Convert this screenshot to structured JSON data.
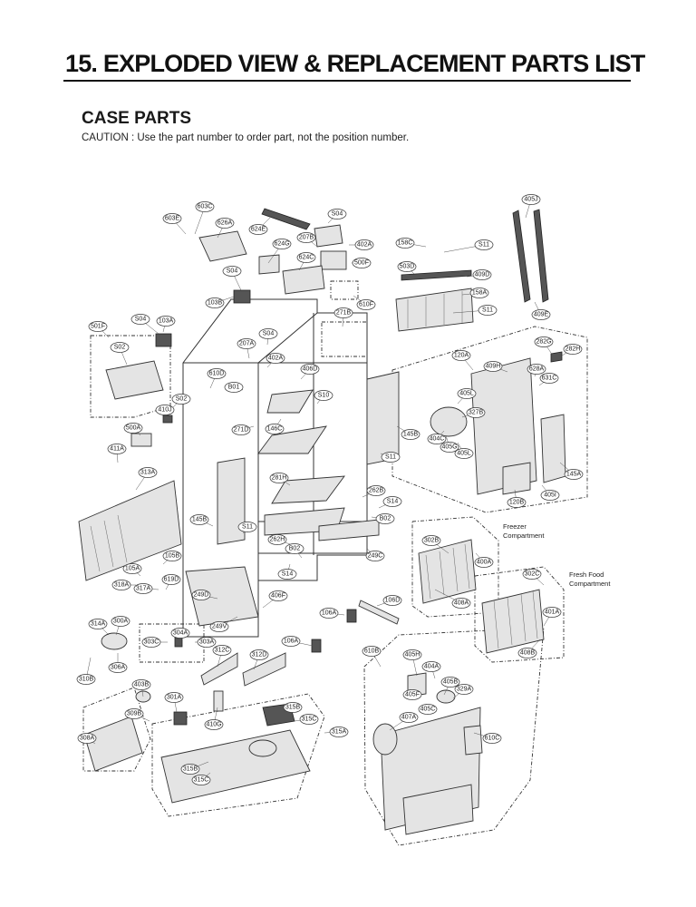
{
  "header": {
    "title": "15. EXPLODED VIEW & REPLACEMENT PARTS LIST",
    "section": "CASE PARTS",
    "caution": "CAUTION : Use the part number to order part, not the position number."
  },
  "compartments": {
    "freezer": [
      "Freezer",
      "Compartment"
    ],
    "fresh_food": [
      "Fresh Food",
      "Compartment"
    ]
  },
  "callouts": [
    {
      "label": "603C"
    },
    {
      "label": "603E"
    },
    {
      "label": "626A"
    },
    {
      "label": "624E"
    },
    {
      "label": "S04"
    },
    {
      "label": "207B"
    },
    {
      "label": "402A"
    },
    {
      "label": "624G"
    },
    {
      "label": "624C"
    },
    {
      "label": "500F"
    },
    {
      "label": "S04"
    },
    {
      "label": "103B"
    },
    {
      "label": "610F"
    },
    {
      "label": "158C"
    },
    {
      "label": "S11"
    },
    {
      "label": "405J"
    },
    {
      "label": "503D"
    },
    {
      "label": "409D"
    },
    {
      "label": "158A"
    },
    {
      "label": "S11"
    },
    {
      "label": "409E"
    },
    {
      "label": "501F"
    },
    {
      "label": "S04"
    },
    {
      "label": "103A"
    },
    {
      "label": "S02"
    },
    {
      "label": "271B"
    },
    {
      "label": "S04"
    },
    {
      "label": "207A"
    },
    {
      "label": "402A"
    },
    {
      "label": "406D"
    },
    {
      "label": "610D"
    },
    {
      "label": "B01"
    },
    {
      "label": "S10"
    },
    {
      "label": "S02"
    },
    {
      "label": "410J"
    },
    {
      "label": "271D"
    },
    {
      "label": "146C"
    },
    {
      "label": "500A"
    },
    {
      "label": "411A"
    },
    {
      "label": "313A"
    },
    {
      "label": "145B"
    },
    {
      "label": "S11"
    },
    {
      "label": "281H"
    },
    {
      "label": "262B"
    },
    {
      "label": "S14"
    },
    {
      "label": "B02"
    },
    {
      "label": "145B"
    },
    {
      "label": "S11"
    },
    {
      "label": "262H"
    },
    {
      "label": "B02"
    },
    {
      "label": "249C"
    },
    {
      "label": "105B"
    },
    {
      "label": "105A"
    },
    {
      "label": "S14"
    },
    {
      "label": "318A"
    },
    {
      "label": "317A"
    },
    {
      "label": "619D"
    },
    {
      "label": "249D"
    },
    {
      "label": "406F"
    },
    {
      "label": "106D"
    },
    {
      "label": "106A"
    },
    {
      "label": "300A"
    },
    {
      "label": "314A"
    },
    {
      "label": "249V"
    },
    {
      "label": "304A"
    },
    {
      "label": "303C"
    },
    {
      "label": "303A"
    },
    {
      "label": "106A"
    },
    {
      "label": "312C"
    },
    {
      "label": "312D"
    },
    {
      "label": "306A"
    },
    {
      "label": "310B"
    },
    {
      "label": "403B"
    },
    {
      "label": "301A"
    },
    {
      "label": "309B"
    },
    {
      "label": "410G"
    },
    {
      "label": "308A"
    },
    {
      "label": "315B"
    },
    {
      "label": "315C"
    },
    {
      "label": "315A"
    },
    {
      "label": "315B"
    },
    {
      "label": "315C"
    },
    {
      "label": "120A"
    },
    {
      "label": "409H"
    },
    {
      "label": "282G"
    },
    {
      "label": "282H"
    },
    {
      "label": "628A"
    },
    {
      "label": "631C"
    },
    {
      "label": "405L"
    },
    {
      "label": "327B"
    },
    {
      "label": "404C"
    },
    {
      "label": "405G"
    },
    {
      "label": "405L"
    },
    {
      "label": "145A"
    },
    {
      "label": "120B"
    },
    {
      "label": "405I"
    },
    {
      "label": "302B"
    },
    {
      "label": "400A"
    },
    {
      "label": "408A"
    },
    {
      "label": "302C"
    },
    {
      "label": "401A"
    },
    {
      "label": "408B"
    },
    {
      "label": "610B"
    },
    {
      "label": "405H"
    },
    {
      "label": "404A"
    },
    {
      "label": "405B"
    },
    {
      "label": "329A"
    },
    {
      "label": "405F"
    },
    {
      "label": "405C"
    },
    {
      "label": "407A"
    },
    {
      "label": "610C"
    }
  ]
}
